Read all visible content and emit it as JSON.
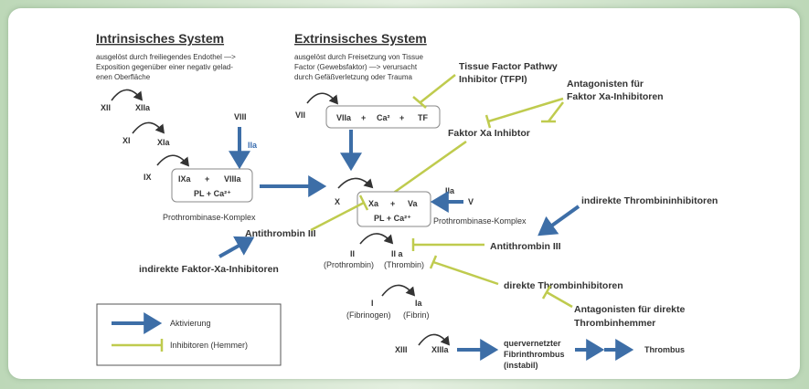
{
  "intrinsic": {
    "title": "Intrinsisches System",
    "desc": [
      "ausgelöst durch freiliegendes Endothel —>",
      "Exposition gegenüber einer negativ gelad-",
      "enen Oberfläche"
    ],
    "xii": "XII",
    "xiia": "XIIa",
    "xi": "XI",
    "xia": "XIa",
    "ix": "IX",
    "viii": "VIII",
    "iia": "IIa",
    "box": {
      "ixa": "IXa",
      "plus": "+",
      "viiia": "VIIIa",
      "pl": "PL + Ca²⁺"
    },
    "complex": "Prothrombinase-Komplex"
  },
  "extrinsic": {
    "title": "Extrinsisches System",
    "desc": [
      "ausgelöst durch Freisetzung von Tissue",
      "Factor (Gewebsfaktor) —> verursacht",
      "durch Gefäßverletzung oder Trauma"
    ],
    "vii": "VII",
    "box": {
      "viia": "VIIa",
      "plus1": "+",
      "ca": "Ca²",
      "plus2": "+",
      "tf": "TF"
    }
  },
  "common": {
    "x": "X",
    "box": {
      "xa": "Xa",
      "plus": "+",
      "va": "Va",
      "pl": "PL + Ca²⁺"
    },
    "iia": "IIa",
    "v": "V",
    "complex": "Prothrombinase-Komplex",
    "ii": "II",
    "ii_name": "(Prothrombin)",
    "iia2": "II a",
    "iia2_name": "(Thrombin)",
    "i": "I",
    "i_name": "(Fibrinogen)",
    "ia": "Ia",
    "ia_name": "(Fibrin)",
    "xiii": "XIII",
    "xiiia": "XIIIa",
    "fibrin": [
      "quervernetzter",
      "Fibrinthrombus",
      "(instabil)"
    ],
    "thrombus": "Thrombus"
  },
  "labels": {
    "tfpi": [
      "Tissue Factor Pathwy",
      "Inhibitor (TFPI)"
    ],
    "antagonisten_xa": [
      "Antagonisten für",
      "Faktor Xa-Inhibitoren"
    ],
    "faktor_xa_inhibitor": "Faktor Xa Inhibtor",
    "indirekte_thrombin": "indirekte Thrombininhibitoren",
    "antithrombin_left": "Antithrombin III",
    "antithrombin_right": "Antithrombin III",
    "indirekte_xa": "indirekte Faktor-Xa-Inhibitoren",
    "direkte_thrombin": "direkte Thrombinhibitoren",
    "antagonisten_direkt": [
      "Antagonisten für direkte",
      "Thrombinhemmer"
    ]
  },
  "legend": {
    "activation": "Aktivierung",
    "inhibitors": "Inhibitoren (Hemmer)"
  },
  "colors": {
    "activation": "#3d6ea7",
    "inhibitor": "#bfcb4e",
    "background": "#cfe3c9"
  }
}
